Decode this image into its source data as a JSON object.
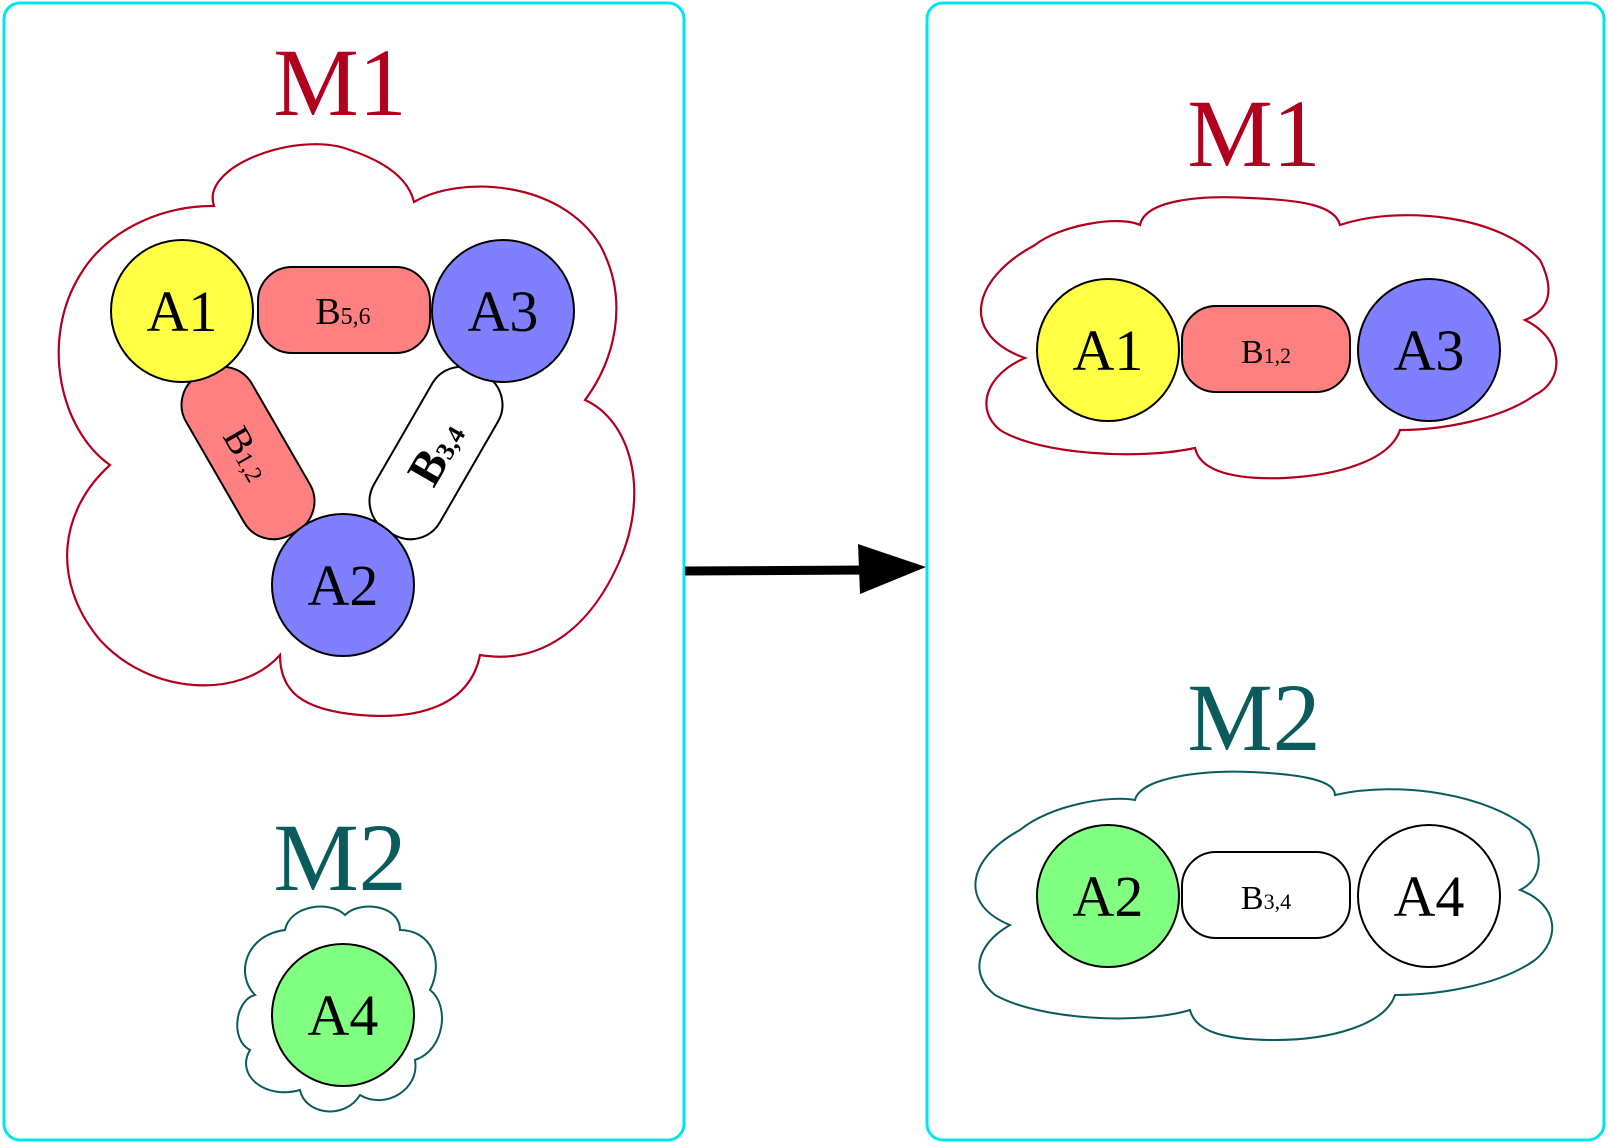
{
  "left_panel": {
    "m1_label": "M1",
    "m2_label": "M2",
    "nodes": {
      "a1": "A1",
      "a2": "A2",
      "a3": "A3",
      "a4": "A4"
    },
    "bonds": {
      "b56": {
        "main": "B",
        "sub": "5,6"
      },
      "b12": {
        "main": "B",
        "sub": "1,2"
      },
      "b34": {
        "main": "B",
        "sub": "3,4"
      }
    }
  },
  "right_panel": {
    "m1_label": "M1",
    "m2_label": "M2",
    "nodes": {
      "a1": "A1",
      "a3": "A3",
      "a2": "A2",
      "a4": "A4"
    },
    "bonds": {
      "b12": {
        "main": "B",
        "sub": "1,2"
      },
      "b34": {
        "main": "B",
        "sub": "3,4"
      }
    }
  },
  "colors": {
    "panel_border": "#00e5ee",
    "m1": "#b0001e",
    "m2": "#0a5c5c",
    "yellow": "#ffff44",
    "blue": "#8080ff",
    "green": "#80ff80",
    "salmon": "#ff8080",
    "white": "#ffffff",
    "arrow": "#000000"
  }
}
